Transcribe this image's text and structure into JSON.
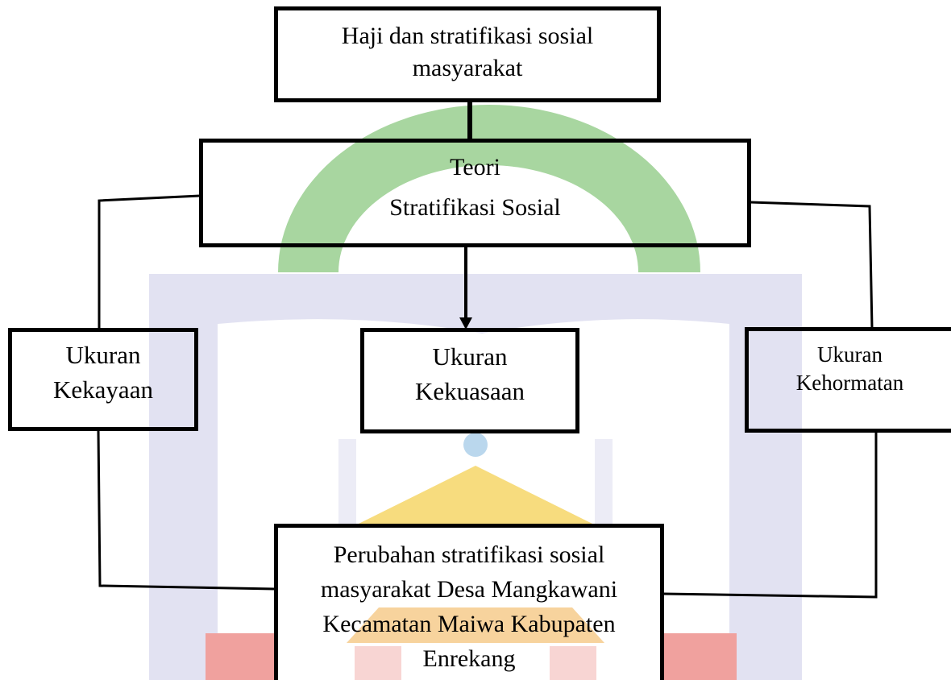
{
  "diagram": {
    "top_box": {
      "line1": "Haji dan stratifikasi sosial",
      "line2": "masyarakat"
    },
    "theory_box": {
      "line1": "Teori",
      "line2": "Stratifikasi Sosial"
    },
    "measures": [
      {
        "line1": "Ukuran",
        "line2": "Kekayaan"
      },
      {
        "line1": "Ukuran",
        "line2": "Kekuasaan"
      },
      {
        "line1": "Ukuran",
        "line2": "Kehormatan"
      }
    ],
    "result_box": {
      "lines": [
        "Perubahan stratifikasi sosial",
        "masyarakat Desa Mangkawani",
        "Kecamatan Maiwa Kabupaten",
        "Enrekang"
      ]
    }
  },
  "colors": {
    "line": "#000000",
    "background": "#ffffff",
    "watermark_green": "#a8d6a0",
    "watermark_lavender": "#e2e2f2",
    "watermark_lavender_light": "#ececf6",
    "watermark_yellow": "#f7dc7e",
    "watermark_orange": "#f4c47c",
    "watermark_red": "#f0a19e",
    "watermark_blue": "#a9cde9"
  }
}
